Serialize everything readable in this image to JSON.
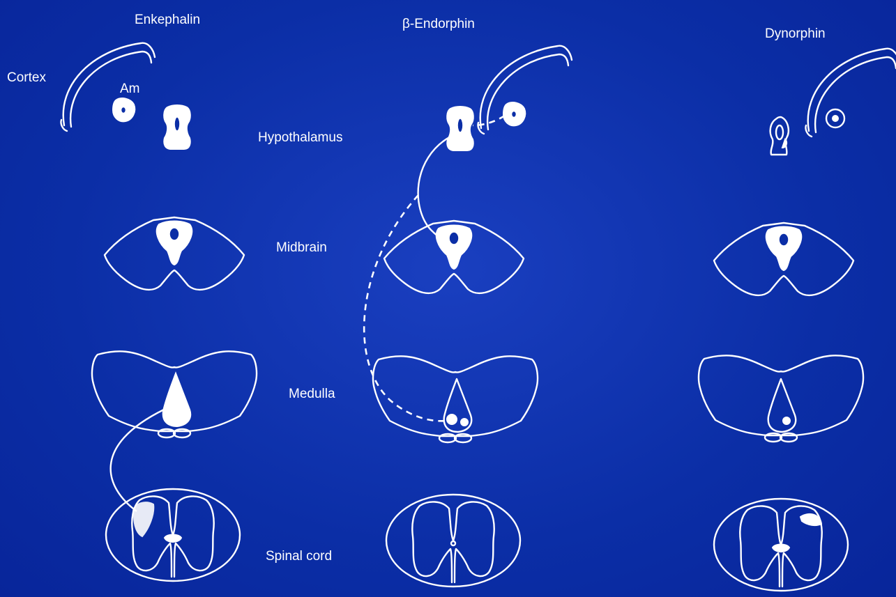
{
  "columns": {
    "enkephalin": "Enkephalin",
    "beta_endorphin": "β-Endorphin",
    "dynorphin": "Dynorphin"
  },
  "labels": {
    "cortex": "Cortex",
    "am": "Am",
    "hypothalamus": "Hypothalamus",
    "midbrain": "Midbrain",
    "medulla": "Medulla",
    "spinal_cord": "Spinal cord"
  },
  "colors": {
    "background": "#0b2ea6",
    "line": "#ffffff"
  }
}
